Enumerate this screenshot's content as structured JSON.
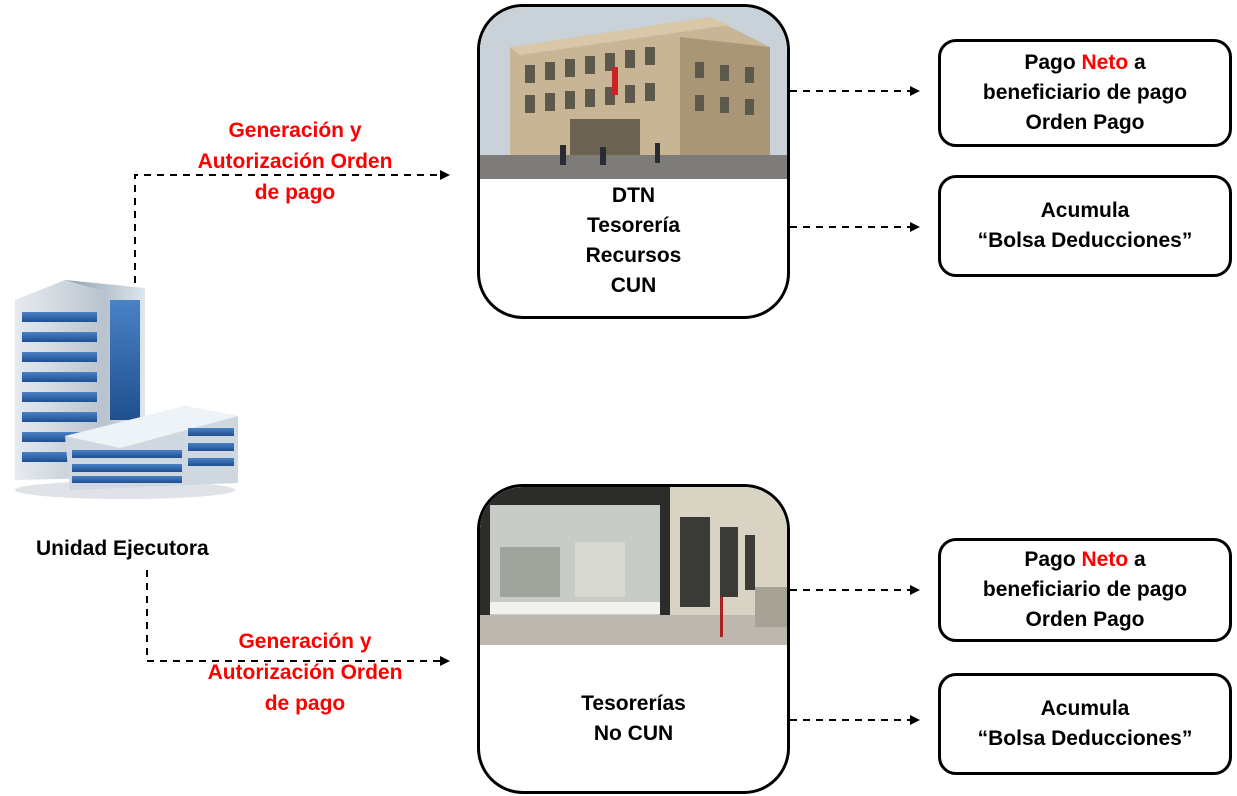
{
  "unidad": {
    "label": "Unidad Ejecutora",
    "icon": "office-building-icon"
  },
  "flows": [
    {
      "arrow_label": [
        "Generación y",
        "Autorización Orden",
        "de pago"
      ],
      "center_lines": [
        "DTN",
        "Tesorería",
        "Recursos",
        "CUN"
      ],
      "photo": "treasury-building-photo",
      "result_neto": {
        "before": "Pago  ",
        "highlight": "Neto",
        "after": " a",
        "line2": "beneficiario de pago",
        "line3": "Orden Pago"
      },
      "result_bolsa": {
        "line1": "Acumula",
        "line2": "“Bolsa Deducciones”"
      }
    },
    {
      "arrow_label": [
        "Generación y",
        "Autorización Orden",
        "de pago"
      ],
      "center_lines": [
        "Tesorerías",
        "No CUN"
      ],
      "photo": "office-windows-photo",
      "result_neto": {
        "before": "Pago  ",
        "highlight": "Neto",
        "after": " a",
        "line2": "beneficiario de pago",
        "line3": "Orden Pago"
      },
      "result_bolsa": {
        "line1": "Acumula",
        "line2": "“Bolsa Deducciones”"
      }
    }
  ],
  "colors": {
    "highlight": "#ff0000",
    "border": "#000000"
  }
}
